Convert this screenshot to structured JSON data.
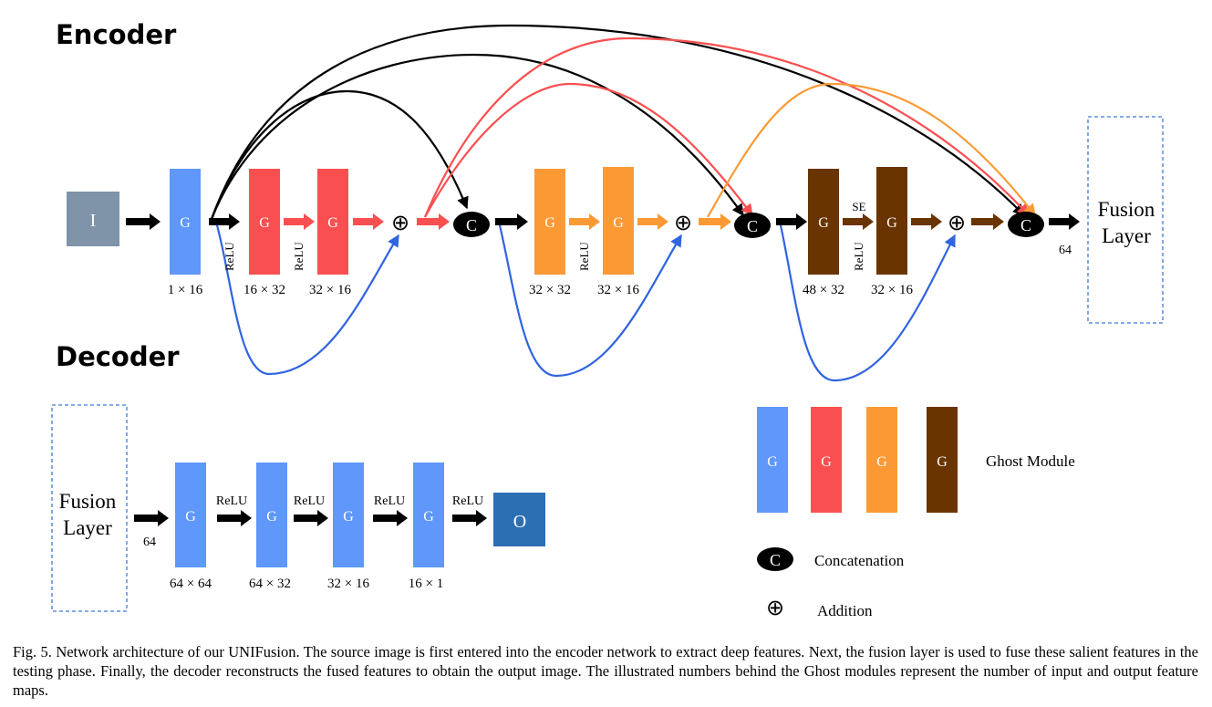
{
  "headings": {
    "encoder": "Encoder",
    "decoder": "Decoder"
  },
  "colors": {
    "blue": "#5f97fa",
    "red": "#fa4f50",
    "orange": "#fb9a35",
    "brown": "#6a3401",
    "input_gray": "#7f93a9",
    "output_blue": "#2c6fb3",
    "skip_blue": "#3064e0",
    "frame_blue": "#3d7bd6"
  },
  "encoder": {
    "input_label": "I",
    "ghost_label": "G",
    "relu_label": "ReLU",
    "se_label": "SE",
    "concat_symbol": "C",
    "add_symbol": "⊕",
    "dims": {
      "d1": "1 × 16",
      "d2": "16 × 32",
      "d3": "32 × 16",
      "d4": "32 × 32",
      "d5": "32 × 16",
      "d6": "48 × 32",
      "d7": "32 × 16"
    },
    "out_channels": "64",
    "fusion_line1": "Fusion",
    "fusion_line2": "Layer"
  },
  "decoder": {
    "fusion_line1": "Fusion",
    "fusion_line2": "Layer",
    "in_channels": "64",
    "ghost_label": "G",
    "relu_label": "ReLU",
    "output_label": "O",
    "dims": {
      "d1": "64 × 64",
      "d2": "64 × 32",
      "d3": "32 × 16",
      "d4": "16 × 1"
    }
  },
  "legend": {
    "ghost_label": "G",
    "ghost_module": "Ghost Module",
    "concat_symbol": "C",
    "concatenation": "Concatenation",
    "add_symbol": "⊕",
    "addition": "Addition"
  },
  "caption": "Fig. 5.   Network architecture of our UNIFusion. The source image is first entered into the encoder network to extract deep features. Next, the fusion layer is used to fuse these salient features in the testing phase. Finally, the decoder reconstructs the fused features to obtain the output image. The illustrated numbers behind the Ghost modules represent the number of input and output feature maps."
}
